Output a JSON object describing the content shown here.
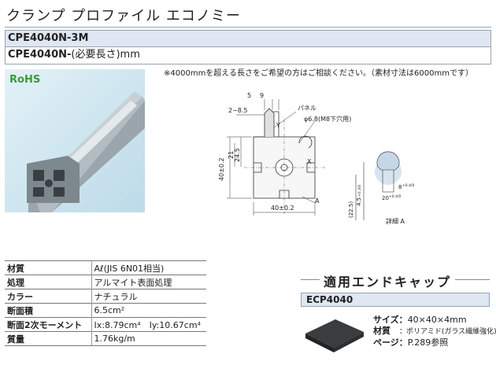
{
  "title": "クランプ プロファイル エコノミー",
  "product": {
    "code": "CPE4040N-3M",
    "custom_prefix": "CPE4040N-",
    "custom_suffix": "(必要長さ)mm"
  },
  "note": "※4000mmを超える長さをご希望の方はご相談ください。（素材寸法は6000mmです）",
  "rohs_label": "RoHS",
  "drawing": {
    "dims": [
      "5",
      "9",
      "2~8.5",
      "パネル",
      "φ6.8(M8下穴用)",
      "Y",
      "X",
      "40±0.2",
      "24.5",
      "21",
      "40±0.2",
      "A"
    ],
    "detail": {
      "labels": [
        "(22.5)",
        "4.5",
        "20",
        "8",
        "詳細 A"
      ],
      "sup": [
        "+0.3/0",
        "+0.4/0",
        "+0.4/0"
      ]
    }
  },
  "specs": [
    {
      "key": "材質",
      "value": "Aℓ(JIS 6N01相当)"
    },
    {
      "key": "処理",
      "value": "アルマイト表面処理"
    },
    {
      "key": "カラー",
      "value": "ナチュラル"
    },
    {
      "key": "断面積",
      "value": "6.5cm²"
    },
    {
      "key": "断面2次モーメント",
      "value": "Ix:8.79cm⁴　Iy:10.67cm⁴"
    },
    {
      "key": "質量",
      "value": "1.76kg/m"
    }
  ],
  "endcap": {
    "title": "適用エンドキャップ",
    "code": "ECP4040",
    "size_key": "サイズ：",
    "size_val": "40×40×4mm",
    "mat_key": "材質　",
    "mat_val": "：ポリアミド(ガラス繊維強化)",
    "page_key": "ページ：",
    "page_val": "P.289参照"
  }
}
